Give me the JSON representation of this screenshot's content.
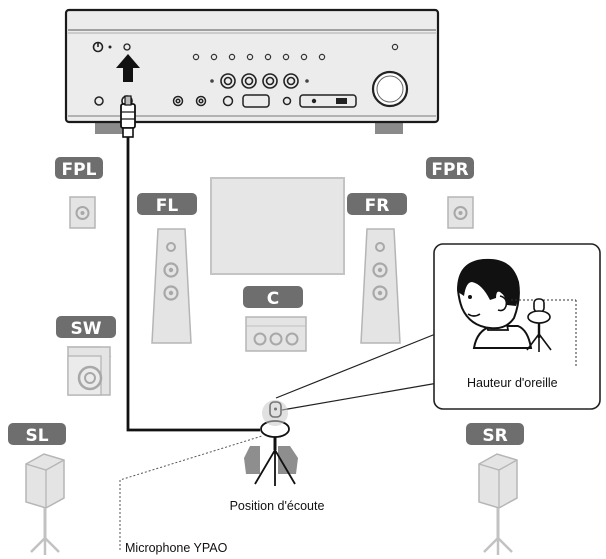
{
  "labels": {
    "fpl": "FPL",
    "fpr": "FPR",
    "fl": "FL",
    "fr": "FR",
    "c": "C",
    "sw": "SW",
    "sl": "SL",
    "sr": "SR"
  },
  "captions": {
    "ear_height": "Hauteur d'oreille",
    "listening_position": "Position d'écoute",
    "microphone": "Microphone YPAO"
  },
  "colors": {
    "badge": "#6e6e6e",
    "speaker_fill": "#e4e4e4",
    "speaker_stroke": "#b5b5b5",
    "receiver_fill": "#e9e9e9",
    "cable": "#111111"
  }
}
